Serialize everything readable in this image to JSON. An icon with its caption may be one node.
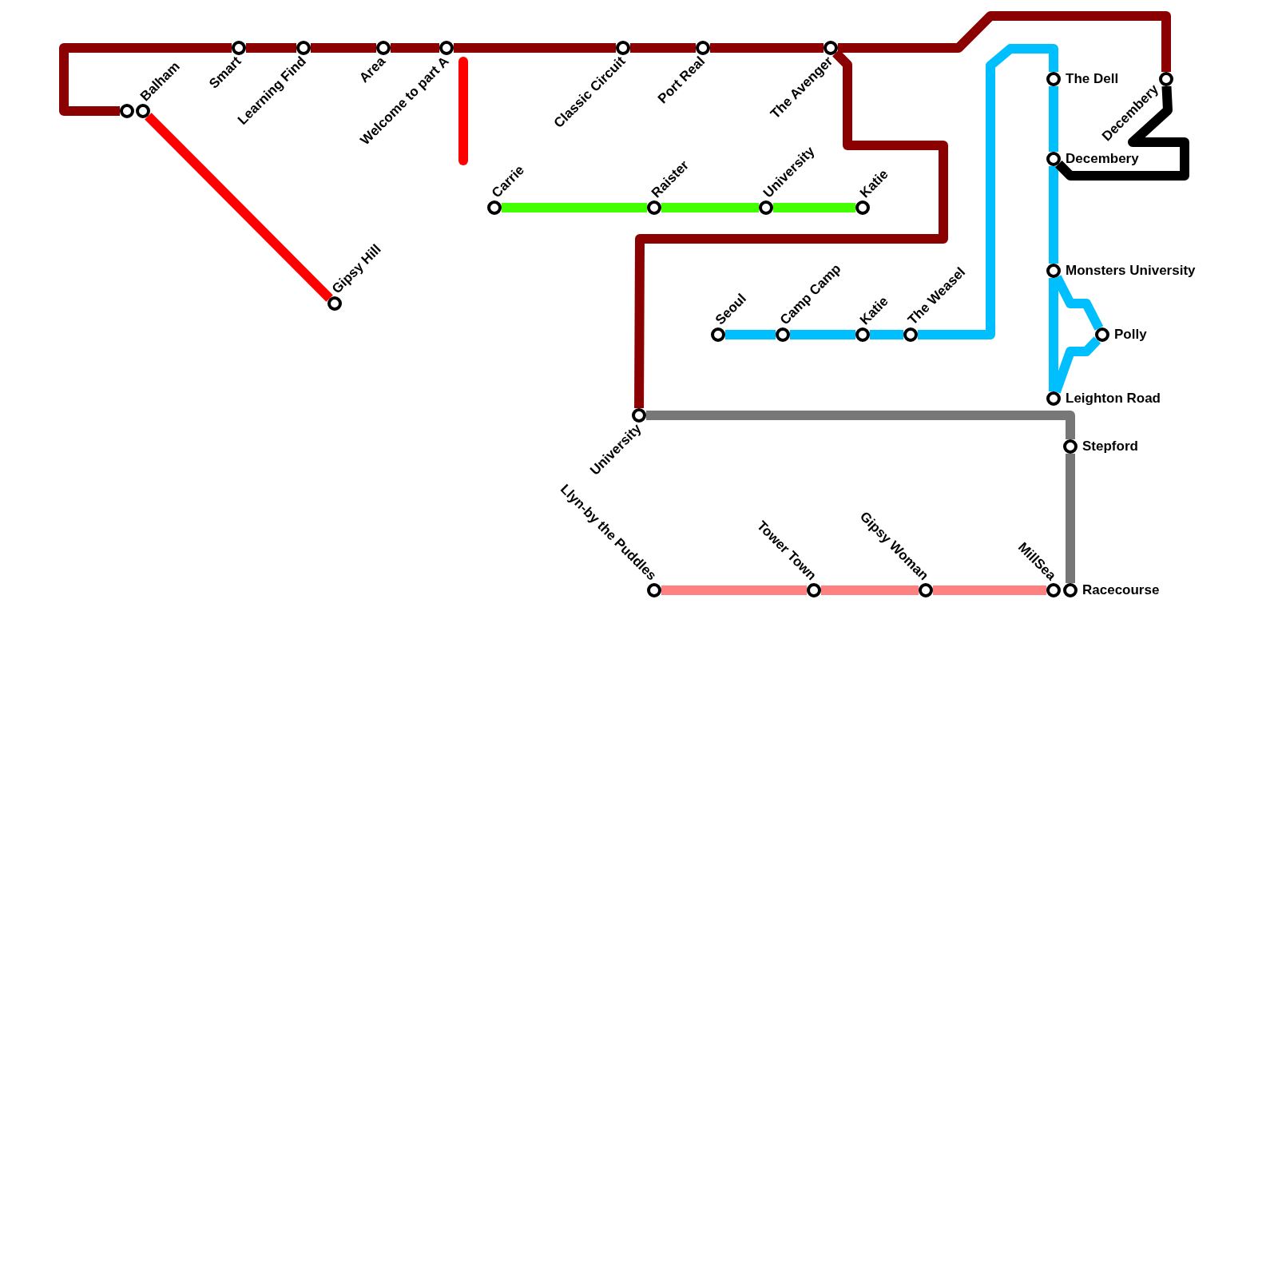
{
  "diagram": {
    "nodes": [
      {
        "text": [],
        "shape": "circle"
      },
      {
        "text": [
          "Balham"
        ]
      },
      {
        "text": [
          "Gipsy Hill"
        ]
      },
      {
        "text": [
          "Smart"
        ]
      },
      {
        "text": [
          "Learning Find"
        ]
      },
      {
        "text": [
          "Area"
        ]
      },
      {
        "text": [
          "Welcome to part A"
        ]
      },
      {
        "text": [
          "Classic Circuit"
        ]
      },
      {
        "text": [
          "Port Real"
        ]
      },
      {
        "text": [
          "The Avenger"
        ]
      },
      {
        "text": [
          "Decembery"
        ]
      },
      {
        "text": [
          "University"
        ]
      },
      {
        "text": [
          "Stepford"
        ]
      },
      {
        "text": [
          "Racecourse"
        ]
      },
      {
        "text": [
          "Carrie"
        ]
      },
      {
        "text": [
          "Raister"
        ]
      },
      {
        "text": [
          "University"
        ]
      },
      {
        "text": [
          "Katie"
        ]
      },
      {
        "text": [
          "Seoul"
        ]
      },
      {
        "text": [
          "Camp Camp"
        ]
      },
      {
        "text": [
          "Katie"
        ]
      },
      {
        "text": [
          "The Weasel"
        ]
      },
      {
        "text": [
          "The Dell"
        ]
      },
      {
        "text": [
          "Decembery"
        ]
      },
      {
        "text": [
          "Monsters University"
        ]
      },
      {
        "text": [
          "Polly"
        ]
      },
      {
        "text": [
          "Leighton Road"
        ]
      },
      {
        "text": [
          "Llyn-by the Puddles"
        ]
      },
      {
        "text": [
          "Tower Town"
        ]
      },
      {
        "text": [
          "Gipsy Woman"
        ]
      },
      {
        "text": [
          "MillSea"
        ]
      }
    ],
    "edges": [
      {
        "from": 0,
        "to": 3,
        "arrow": "none"
      },
      {
        "from": 3,
        "to": 4,
        "arrow": "none"
      },
      {
        "from": 4,
        "to": 5,
        "arrow": "none"
      },
      {
        "from": 5,
        "to": 6,
        "arrow": "none"
      },
      {
        "from": 6,
        "to": 7,
        "arrow": "none"
      },
      {
        "from": 7,
        "to": 8,
        "arrow": "none"
      },
      {
        "from": 8,
        "to": 9,
        "arrow": "none"
      },
      {
        "from": 9,
        "to": 10,
        "arrow": "none"
      },
      {
        "from": 9,
        "to": 11,
        "arrow": "none"
      },
      {
        "from": 11,
        "to": 12,
        "arrow": "none",
        "color": "#777777"
      },
      {
        "from": 12,
        "to": 13,
        "arrow": "none",
        "color": "#777777"
      },
      {
        "from": 1,
        "to": 2,
        "arrow": "none",
        "color": "#ff0000"
      },
      {
        "from": 14,
        "to": 15,
        "arrow": "none",
        "color": "#44ff00"
      },
      {
        "from": 15,
        "to": 16,
        "arrow": "none",
        "color": "#44ff00"
      },
      {
        "from": 16,
        "to": 17,
        "arrow": "none",
        "color": "#44ff00"
      },
      {
        "from": 18,
        "to": 19,
        "arrow": "none",
        "color": "#00bfff"
      },
      {
        "from": 19,
        "to": 20,
        "arrow": "none",
        "color": "#00bfff"
      },
      {
        "from": 20,
        "to": 21,
        "arrow": "none",
        "color": "#00bfff"
      },
      {
        "from": 21,
        "to": 22,
        "arrow": "none",
        "color": "#00bfff"
      },
      {
        "from": 22,
        "to": 23,
        "arrow": "none",
        "color": "#00bfff"
      },
      {
        "from": 23,
        "to": 24,
        "arrow": "none",
        "color": "#00bfff"
      },
      {
        "from": 24,
        "to": 25,
        "arrow": "none",
        "color": "#00bfff"
      },
      {
        "from": 25,
        "to": 26,
        "arrow": "none",
        "color": "#00bfff"
      },
      {
        "from": 24,
        "to": 26,
        "arrow": "none",
        "color": "#00bfff"
      },
      {
        "from": 27,
        "to": 28,
        "arrow": "none",
        "color": "#ff8080"
      },
      {
        "from": 28,
        "to": 29,
        "arrow": "none",
        "color": "#ff8080"
      },
      {
        "from": 29,
        "to": 30,
        "arrow": "none",
        "color": "#ff8080"
      },
      {
        "from": 10,
        "to": 23,
        "arrow": "none",
        "color": "#000000"
      }
    ]
  }
}
